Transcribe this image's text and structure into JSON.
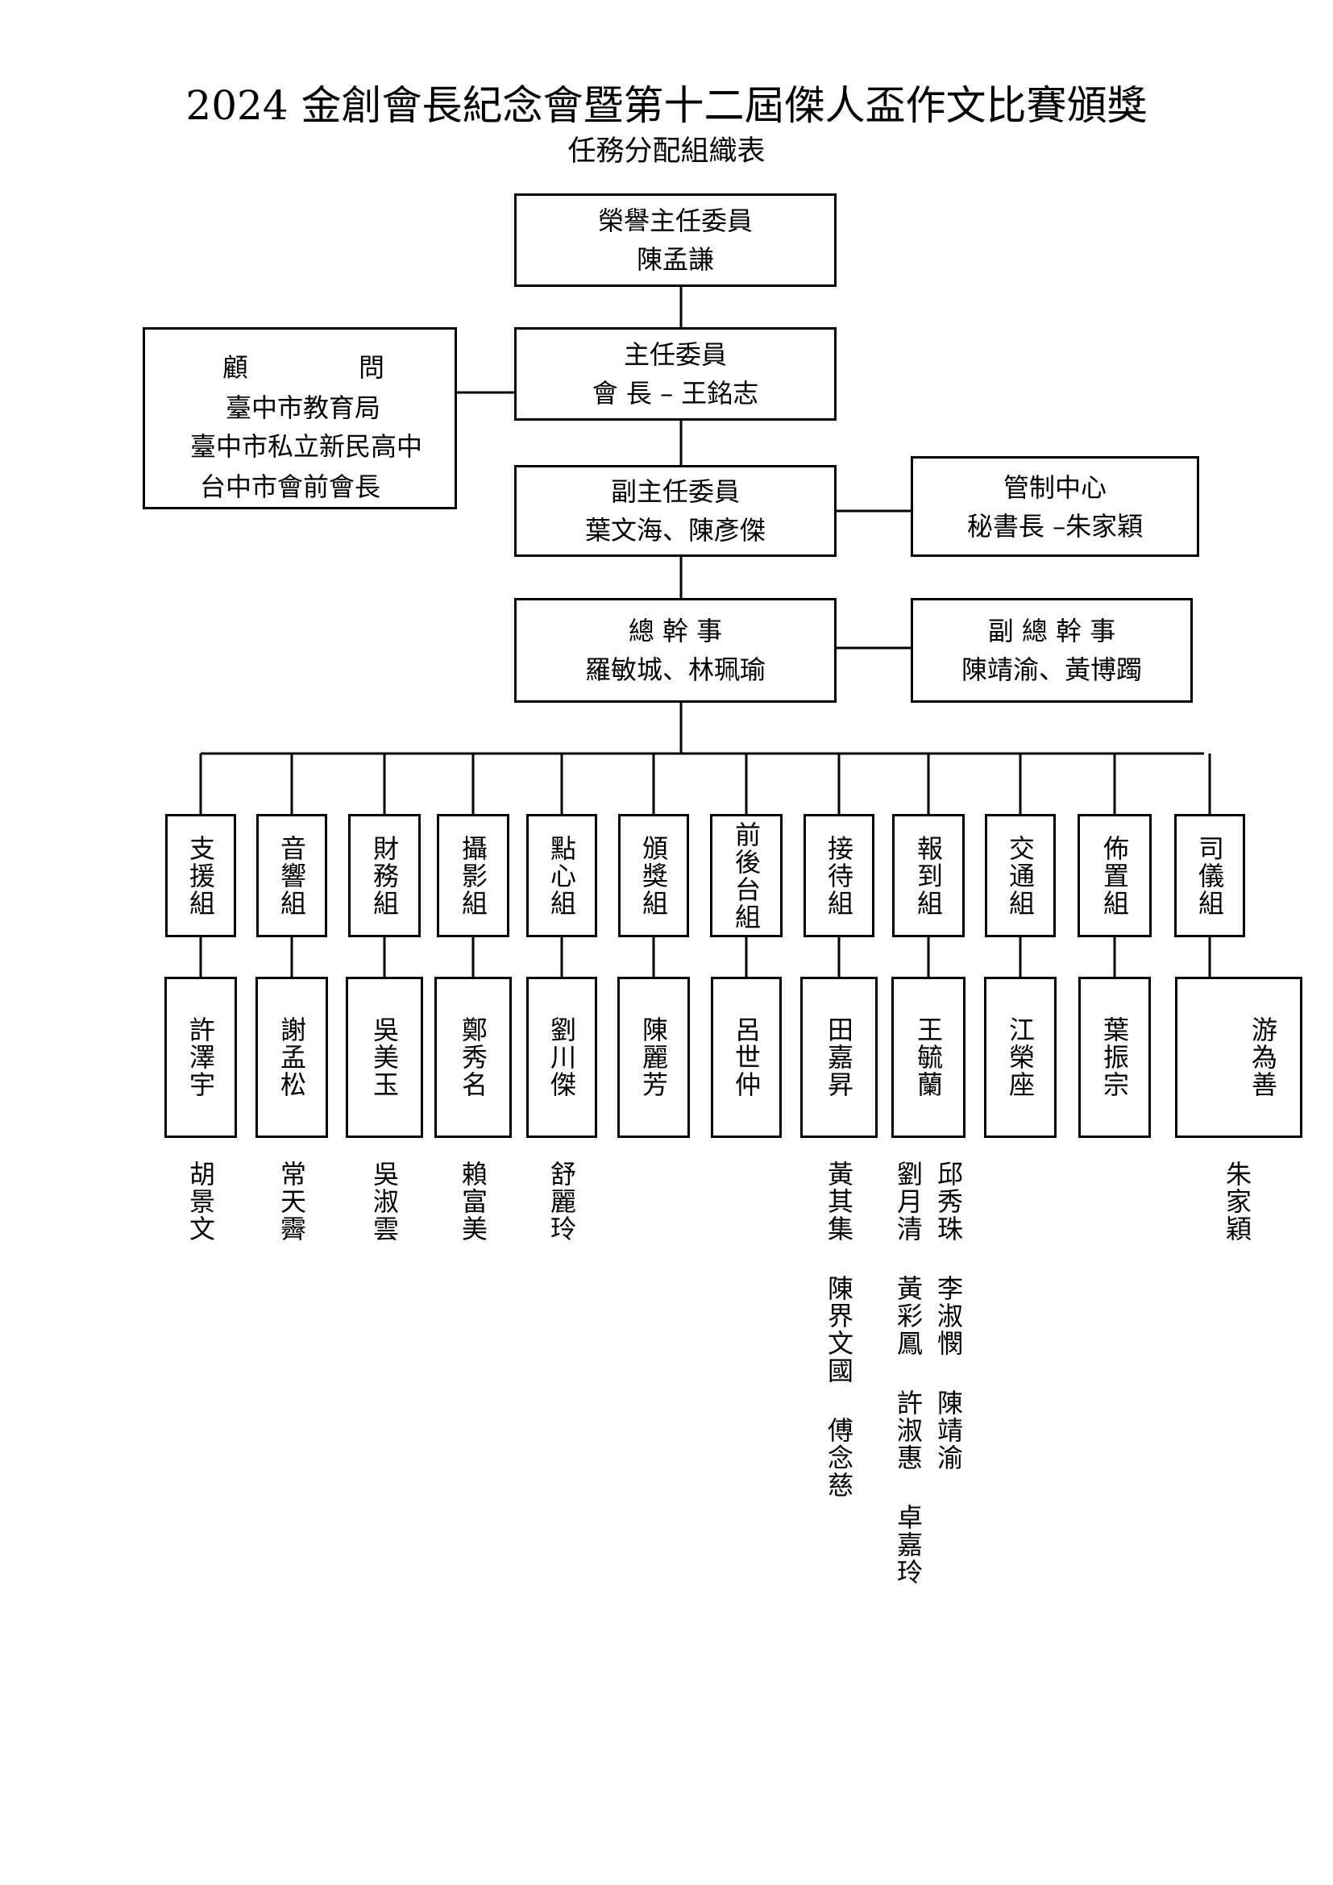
{
  "title": "2024 金創會長紀念會暨第十二屆傑人盃作文比賽頒獎",
  "subtitle": "任務分配組織表",
  "honorary_chair": {
    "role": "榮譽主任委員",
    "name": "陳孟謙"
  },
  "chair": {
    "role": "主任委員",
    "name": "會 長 – 王銘志"
  },
  "advisors": {
    "title_left": "顧",
    "title_right": "問",
    "lines": [
      "臺中市教育局",
      "臺中市私立新民高中",
      "台中市會前會長"
    ]
  },
  "vice_chair": {
    "role": "副主任委員",
    "name": "葉文海、陳彥傑"
  },
  "control_center": {
    "role": "管制中心",
    "name": "秘書長 –朱家穎"
  },
  "general_secretary": {
    "role": "總 幹 事",
    "name": "羅敏城、林珮瑜"
  },
  "deputy_general_secretary": {
    "role": "副 總 幹 事",
    "name": "陳靖渝、黃博躅"
  },
  "groups": [
    {
      "name": "支援組",
      "leader": "許澤宇",
      "members": [
        "胡景文"
      ]
    },
    {
      "name": "音響組",
      "leader": "謝孟松",
      "members": [
        "常天霽"
      ]
    },
    {
      "name": "財務組",
      "leader": "吳美玉",
      "members": [
        "吳淑雲"
      ]
    },
    {
      "name": "攝影組",
      "leader": "鄭秀名",
      "members": [
        "賴富美"
      ]
    },
    {
      "name": "點心組",
      "leader": "劉川傑",
      "members": [
        "舒麗玲"
      ]
    },
    {
      "name": "頒獎組",
      "leader": "陳麗芳",
      "members": []
    },
    {
      "name": "前後台組",
      "leader": "呂世仲",
      "members": []
    },
    {
      "name": "接待組",
      "leader": "田嘉昇",
      "members": [
        "黃其集 陳界文國 傅念慈"
      ]
    },
    {
      "name": "報到組",
      "leader": "王毓蘭",
      "members": [
        "邱秀珠 李淑憫 陳靖渝",
        "劉月清 黃彩鳳 許淑惠 卓嘉玲"
      ]
    },
    {
      "name": "交通組",
      "leader": "江榮座",
      "members": []
    },
    {
      "name": "佈置組",
      "leader": "葉振宗",
      "members": []
    },
    {
      "name": "司儀組",
      "leader": "游為善",
      "members": [
        "朱家穎"
      ]
    }
  ]
}
